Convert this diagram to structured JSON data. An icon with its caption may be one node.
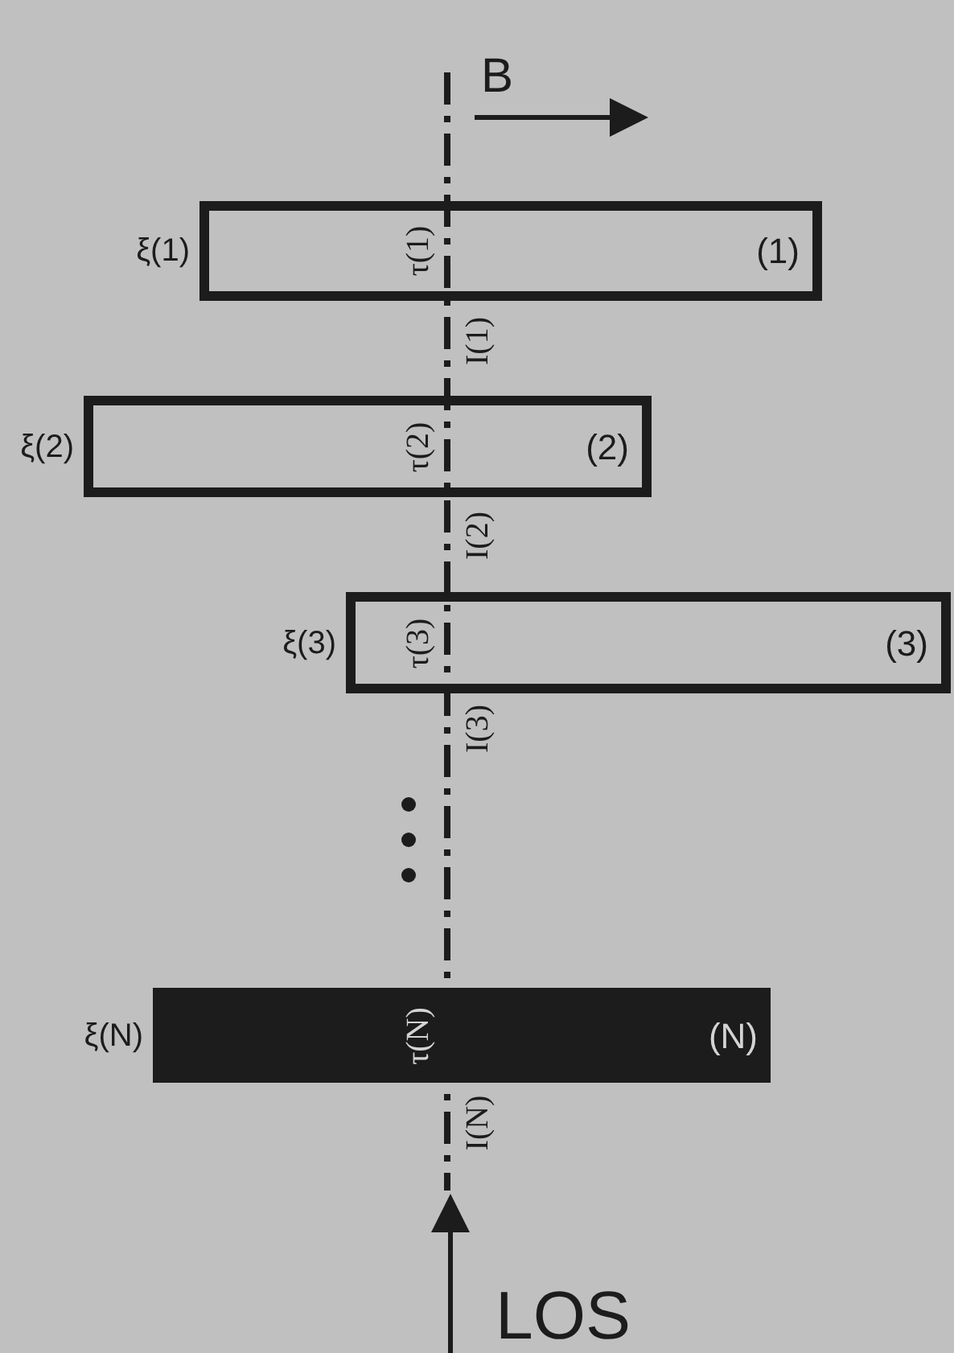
{
  "diagram": {
    "nodes": [
      {
        "text": [
          "(1)",
          "τ(1)"
        ],
        "beside": [
          "ξ(1)"
        ]
      },
      {
        "text": [
          "(2)",
          "τ(2)"
        ],
        "beside": [
          "ξ(2)"
        ]
      },
      {
        "text": [
          "(3)",
          "τ(3)"
        ],
        "beside": [
          "ξ(3)"
        ]
      },
      {
        "text": [
          "(N)",
          "τ(N)"
        ],
        "beside": [
          "ξ(N)"
        ]
      }
    ],
    "edges": [],
    "labels": [
      "B",
      "I(1)",
      "I(2)",
      "I(3)",
      "I(N)",
      "LOS"
    ]
  }
}
